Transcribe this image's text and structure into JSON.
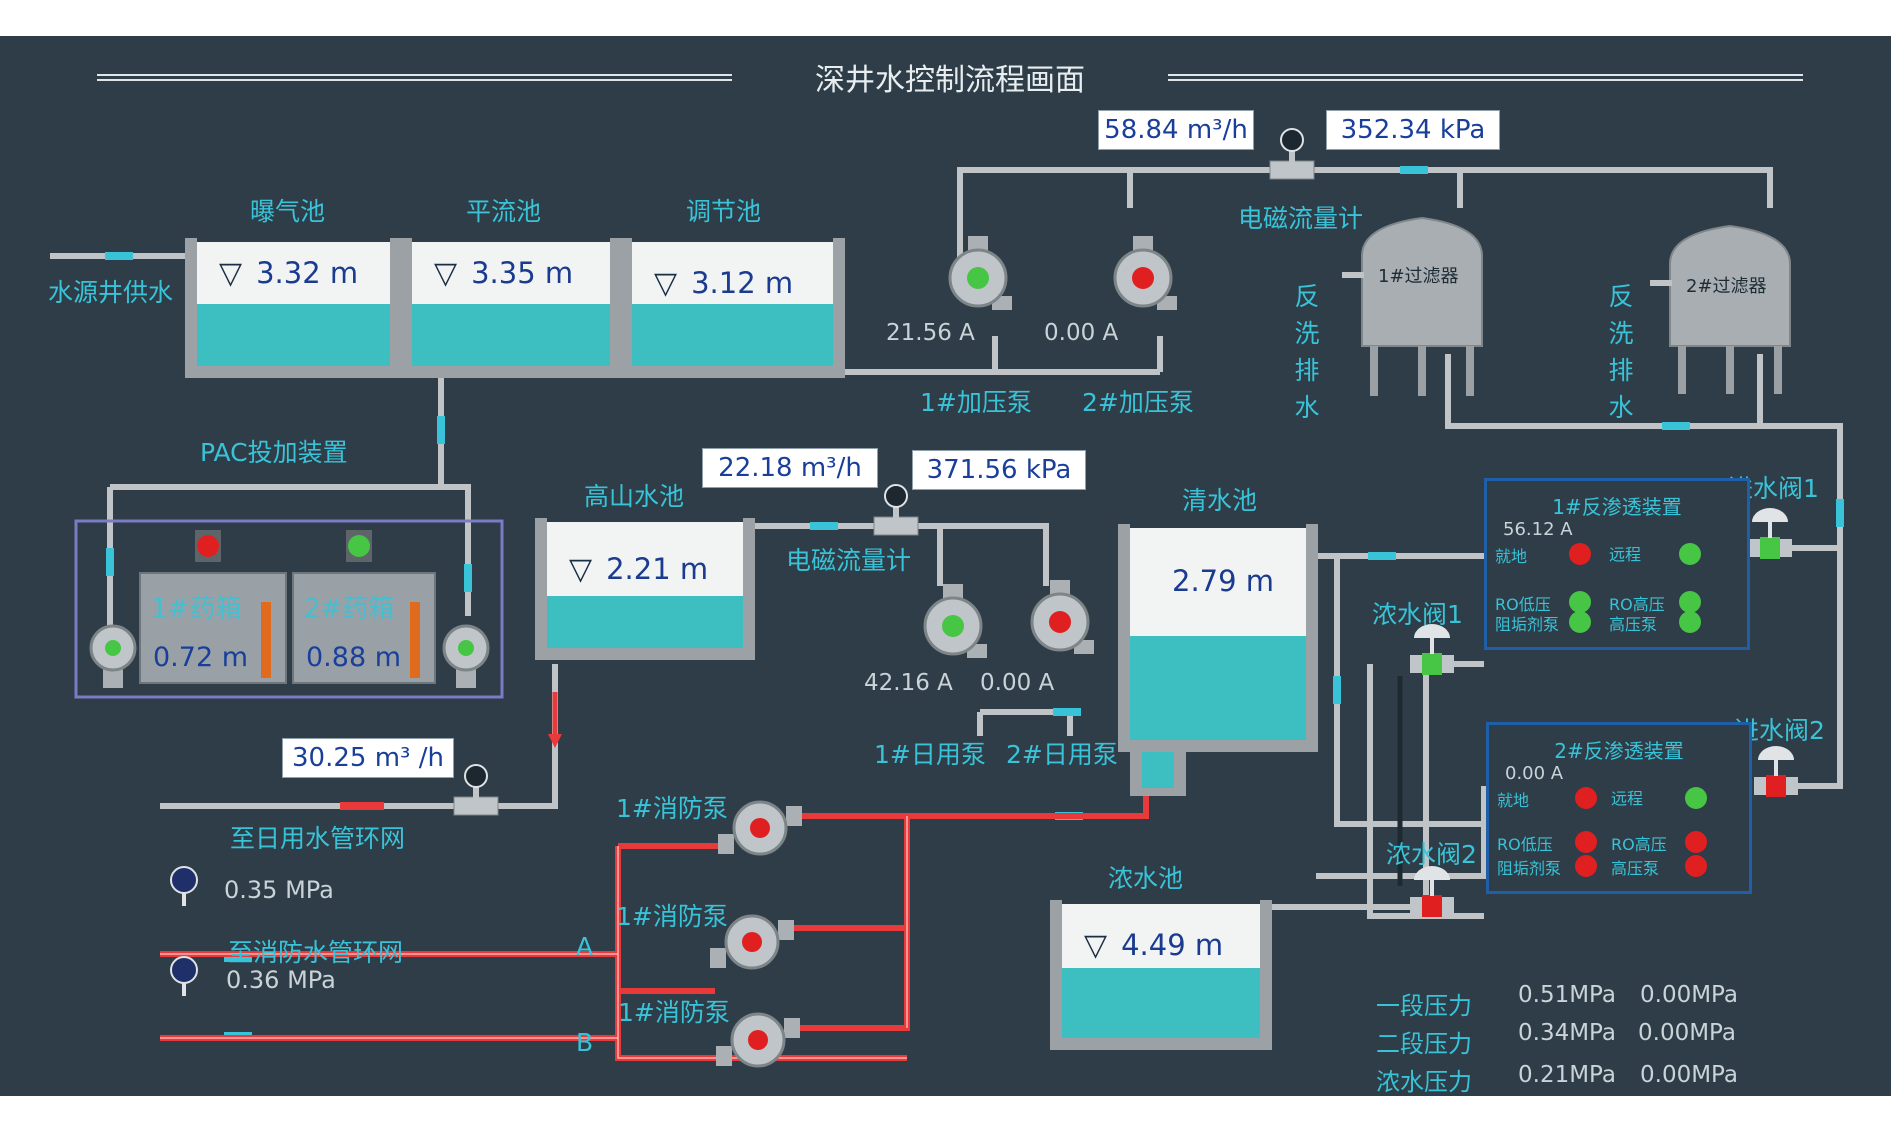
{
  "title": "深井水控制流程画面",
  "colors": {
    "background": "#2e3d47",
    "label": "#39c3d8",
    "pipe": "#c0c4c6",
    "fire_pipe": "#e83a3a",
    "water": "#3dbfc2",
    "led_green": "#47c545",
    "led_red": "#e02020",
    "ro_border": "#1f5fa8"
  },
  "labels": {
    "well_supply": "水源井供水",
    "aeration": "曝气池",
    "advection": "平流池",
    "regulation": "调节池",
    "pac": "PAC投加装置",
    "mountain": "高山水池",
    "clear": "清水池",
    "concentrate": "浓水池",
    "flowmeter_top": "电磁流量计",
    "flowmeter_mid": "电磁流量计",
    "booster1": "1#加压泵",
    "booster2": "2#加压泵",
    "daily1": "1#日用泵",
    "daily2": "2#日用泵",
    "fire1": "1#消防泵",
    "fire2": "1#消防泵",
    "fire3": "1#消防泵",
    "to_daily_net": "至日用水管环网",
    "to_fire_net": "至消防水管环网",
    "filter1": "1#过滤器",
    "filter2": "2#过滤器",
    "backwash": "反洗排水",
    "inlet1": "进水阀1",
    "inlet2": "进水阀2",
    "conc_valve1": "浓水阀1",
    "conc_valve2": "浓水阀2",
    "line_a": "A",
    "line_b": "B"
  },
  "levels": {
    "aeration": "3.32 m",
    "advection": "3.35 m",
    "regulation": "3.12 m",
    "mountain": "2.21 m",
    "clear": "2.79 m",
    "concentrate": "4.49 m"
  },
  "med_tanks": [
    {
      "name": "1#药箱",
      "value": "0.72 m",
      "status": "red"
    },
    {
      "name": "2#药箱",
      "value": "0.88 m",
      "status": "green"
    }
  ],
  "readings": {
    "flow_top": "58.84  m³/h",
    "press_top": "352.34 kPa",
    "flow_mid": "22.18 m³/h",
    "press_mid": "371.56  kPa",
    "flow_daily": "30.25  m³ /h",
    "booster1_current": "21.56 A",
    "booster2_current": "0.00  A",
    "daily1_current": "42.16 A",
    "daily2_current": "0.00  A",
    "fire_press_1": "0.35  MPa",
    "fire_press_2": "0.36  MPa"
  },
  "ro_units": [
    {
      "title": "1#反渗透装置",
      "current": "56.12  A",
      "local": "就地",
      "remote": "远程",
      "ro_low": "RO低压",
      "ro_high": "RO高压",
      "scale_pump": "阻垢剂泵",
      "hp_pump": "高压泵",
      "leds": [
        "red",
        "green",
        "green",
        "green",
        "green",
        "green"
      ]
    },
    {
      "title": "2#反渗透装置",
      "current": "0.00   A",
      "local": "就地",
      "remote": "远程",
      "ro_low": "RO低压",
      "ro_high": "RO高压",
      "scale_pump": "阻垢剂泵",
      "hp_pump": "高压泵",
      "leds": [
        "red",
        "green",
        "red",
        "red",
        "red",
        "red"
      ]
    }
  ],
  "pressures": [
    {
      "label": "一段压力",
      "v1": "0.51MPa",
      "v2": "0.00MPa"
    },
    {
      "label": "二段压力",
      "v1": "0.34MPa",
      "v2": "0.00MPa"
    },
    {
      "label": "浓水压力",
      "v1": "0.21MPa",
      "v2": "0.00MPa"
    }
  ]
}
